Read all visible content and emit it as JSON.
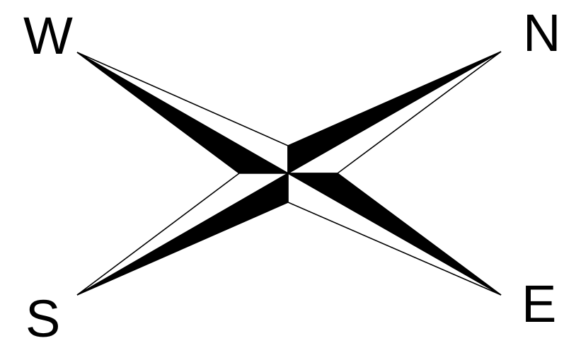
{
  "compass": {
    "labels": {
      "west": "W",
      "north": "N",
      "south": "S",
      "east": "E"
    },
    "colors": {
      "ink": "#000000",
      "paper": "#ffffff"
    }
  }
}
